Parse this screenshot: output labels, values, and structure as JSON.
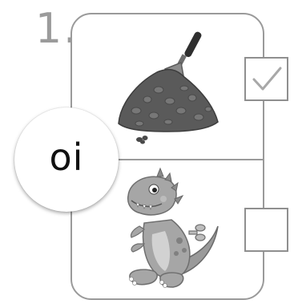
{
  "exercise": {
    "number": "1."
  },
  "card": {
    "sound": "oi",
    "rows": [
      {
        "picture": "soil-pile-with-trowel",
        "checked": true
      },
      {
        "picture": "toy-dinosaur",
        "checked": false
      }
    ]
  },
  "colors": {
    "outline": "#9a9a9a",
    "check": "#a8a8a8",
    "text": "#111111"
  },
  "icons": {
    "check": "check-mark-icon"
  }
}
